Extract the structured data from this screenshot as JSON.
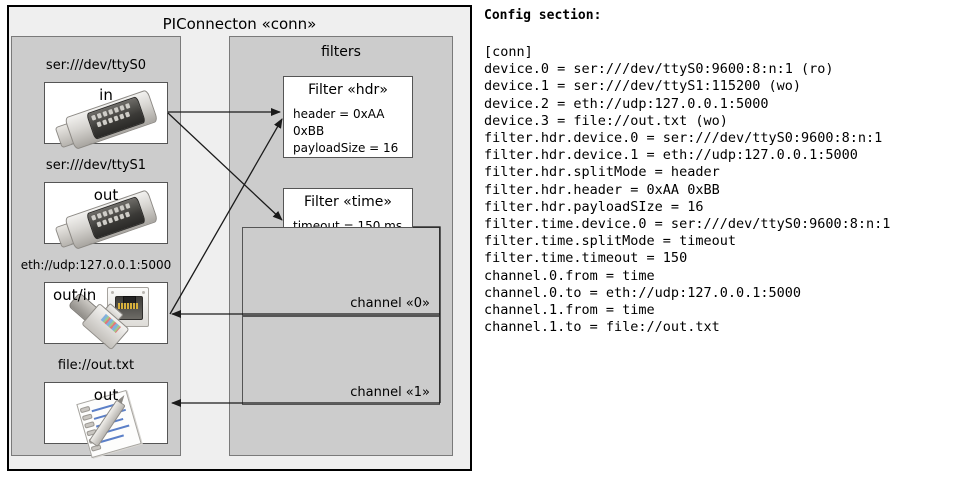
{
  "diagram": {
    "title": "PIConnecton «conn»",
    "devices_group": {
      "items": [
        {
          "label": "ser:///dev/ttyS0",
          "io": "in",
          "icon": "serial-port-icon"
        },
        {
          "label": "ser:///dev/ttyS1",
          "io": "out",
          "icon": "serial-port-icon"
        },
        {
          "label": "eth://udp:127.0.0.1:5000",
          "io": "out/in",
          "icon": "ethernet-jack-icon"
        },
        {
          "label": "file://out.txt",
          "io": "out",
          "icon": "notepad-icon"
        }
      ]
    },
    "filters_group": {
      "title": "filters",
      "filters": [
        {
          "title": "Filter «hdr»",
          "props": [
            "header = 0xAA 0xBB",
            "payloadSize = 16"
          ]
        },
        {
          "title": "Filter «time»",
          "props": [
            "timeout = 150 ms"
          ]
        }
      ],
      "channels": [
        {
          "label": "channel «0»"
        },
        {
          "label": "channel «1»"
        }
      ]
    }
  },
  "config": {
    "heading": "Config section:",
    "text": "[conn]\ndevice.0 = ser:///dev/ttyS0:9600:8:n:1 (ro)\ndevice.1 = ser:///dev/ttyS1:115200 (wo)\ndevice.2 = eth://udp:127.0.0.1:5000\ndevice.3 = file://out.txt (wo)\nfilter.hdr.device.0 = ser:///dev/ttyS0:9600:8:n:1\nfilter.hdr.device.1 = eth://udp:127.0.0.1:5000\nfilter.hdr.splitMode = header\nfilter.hdr.header = 0xAA 0xBB\nfilter.hdr.payloadSIze = 16\nfilter.time.device.0 = ser:///dev/ttyS0:9600:8:n:1\nfilter.time.splitMode = timeout\nfilter.time.timeout = 150\nchannel.0.from = time\nchannel.0.to = eth://udp:127.0.0.1:5000\nchannel.1.from = time\nchannel.1.to = file://out.txt"
  },
  "colors": {
    "page_bg": "#ffffff",
    "outer_bg": "#efefef",
    "group_bg": "#cccccc",
    "box_bg": "#ffffff",
    "border": "#000000",
    "wire": "#1a1a1a"
  }
}
